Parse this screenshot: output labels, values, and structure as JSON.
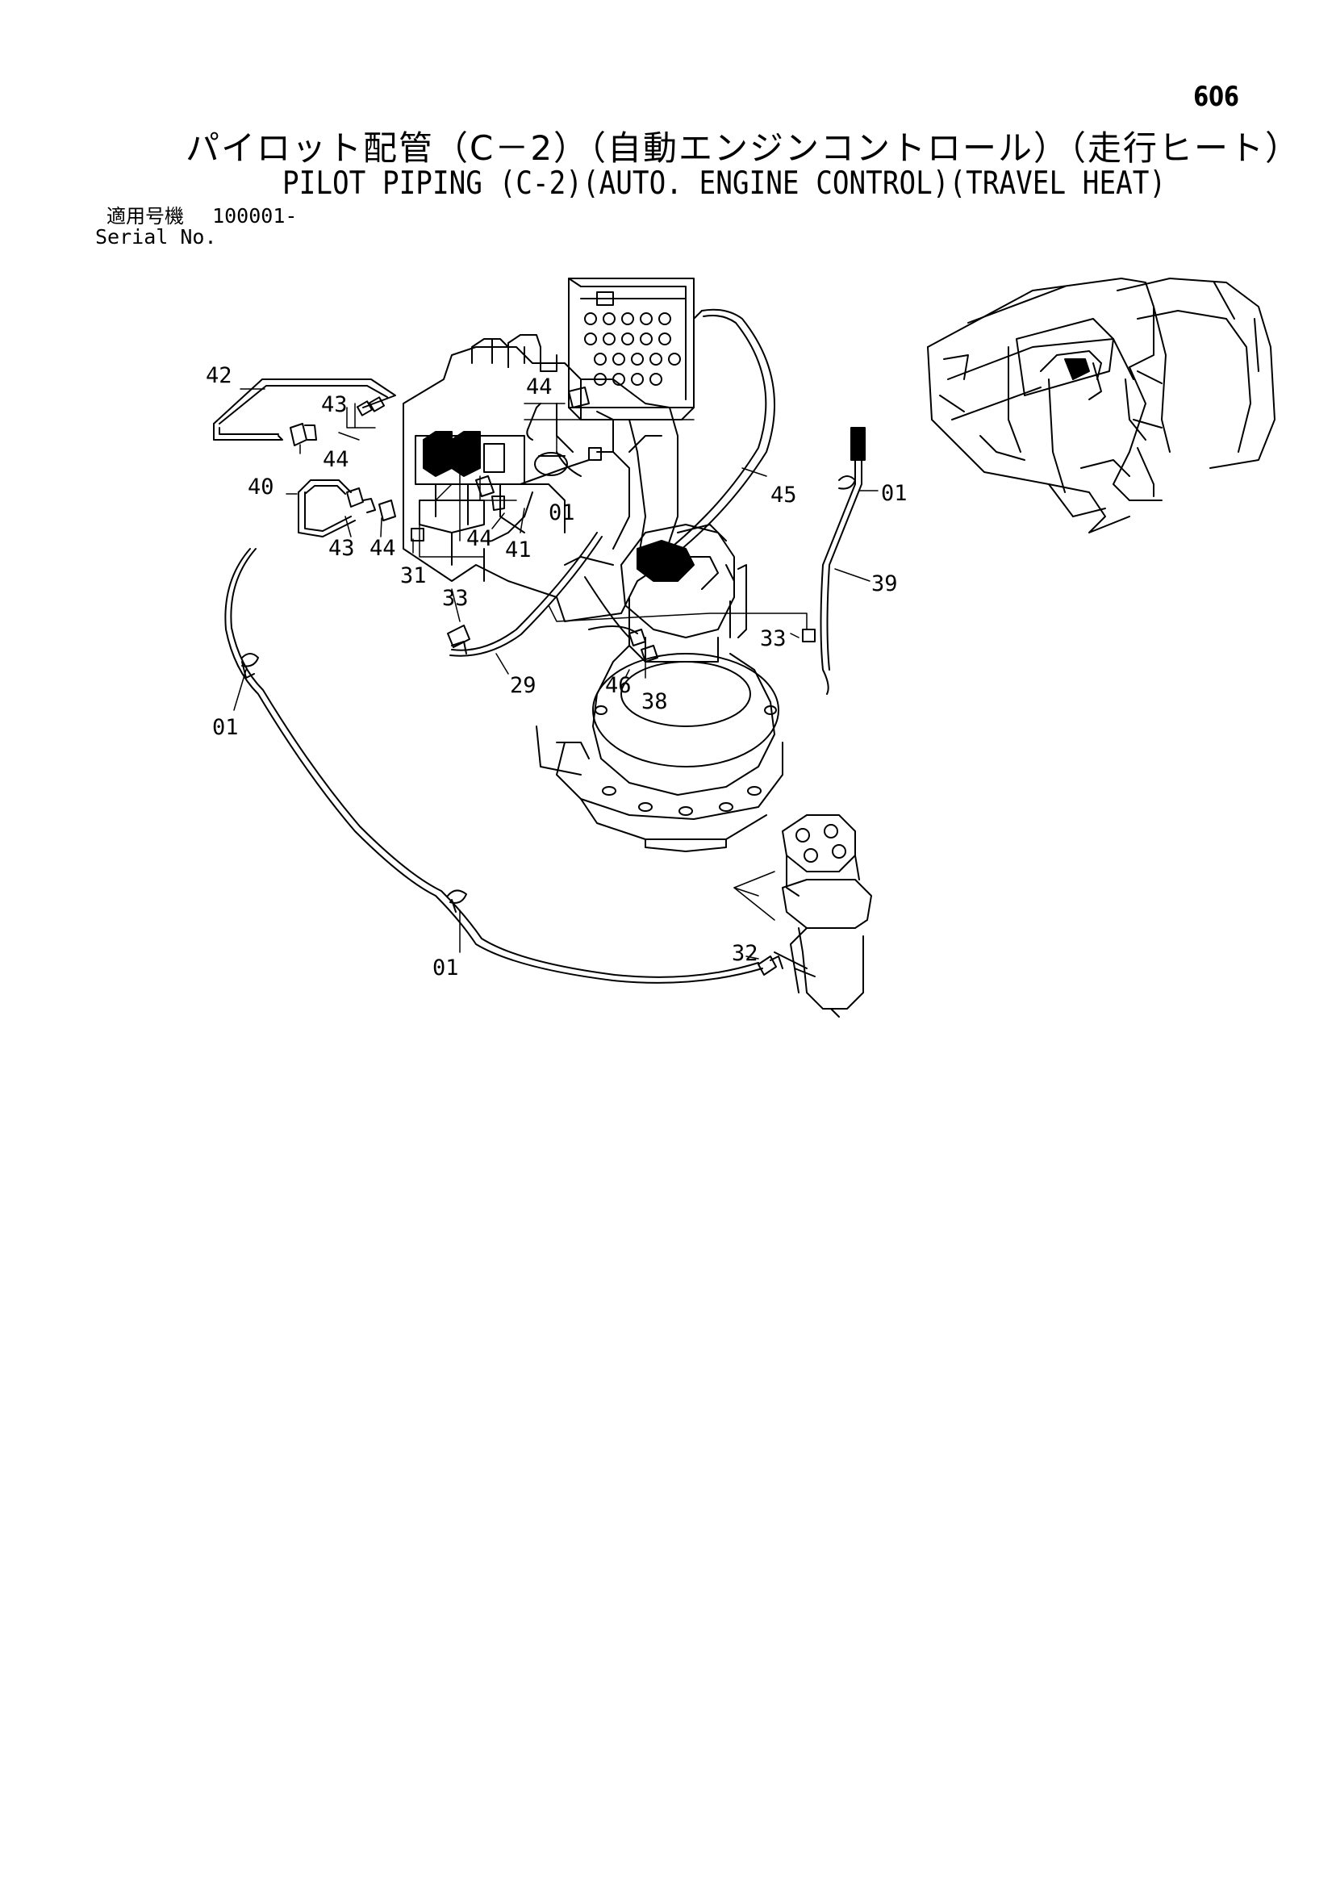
{
  "page_number": "606",
  "title_jp": "パイロット配管（C－2）（自動エンジンコントロール）（走行ヒート）",
  "title_en": "PILOT PIPING (C-2)(AUTO. ENGINE CONTROL)(TRAVEL HEAT)",
  "serial": {
    "jp_label": "適用号機",
    "en_label": "Serial No.",
    "value": "100001-"
  },
  "part_labels": {
    "p42": "42",
    "p43a": "43",
    "p44a": "44",
    "p44b": "44",
    "p40": "40",
    "p43b": "43",
    "p44c": "44",
    "p44d": "44",
    "p41": "41",
    "p01a": "01",
    "p31": "31",
    "p45": "45",
    "p01b": "01",
    "p39": "39",
    "p33a": "33",
    "p33b": "33",
    "p29": "29",
    "p46": "46",
    "p38": "38",
    "p01c": "01",
    "p01d": "01",
    "p32": "32"
  }
}
